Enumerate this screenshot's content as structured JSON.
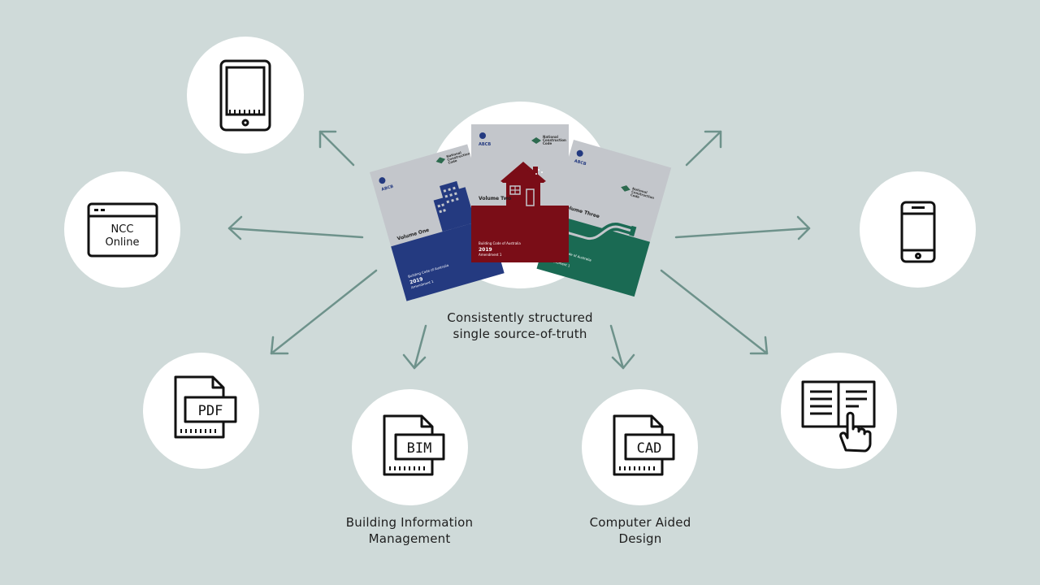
{
  "center": {
    "caption_line1": "Consistently structured",
    "caption_line2": "single source-of-truth"
  },
  "books": {
    "publisher": "ABCB",
    "brand_line1": "National",
    "brand_line2": "Construction",
    "brand_line3": "Code",
    "code_title": "Building Code of Australia",
    "year": "2019",
    "amendment": "Amendment 1",
    "volume_one": "Volume One",
    "volume_two": "Volume Two",
    "volume_three": "Volume Three",
    "colors": {
      "volume_one": "#243a80",
      "volume_two": "#7a0d17",
      "volume_three": "#1a6a53",
      "cover_grey": "#c3c6cb"
    }
  },
  "icons": {
    "ncc_online_line1": "NCC",
    "ncc_online_line2": "Online",
    "pdf": "PDF",
    "bim": "BIM",
    "cad": "CAD"
  },
  "labels": {
    "bim_line1": "Building Information",
    "bim_line2": "Management",
    "cad_line1": "Computer Aided",
    "cad_line2": "Design"
  },
  "colors": {
    "background": "#cfdad9",
    "arrow": "#6e928b",
    "icon_stroke": "#111111"
  }
}
